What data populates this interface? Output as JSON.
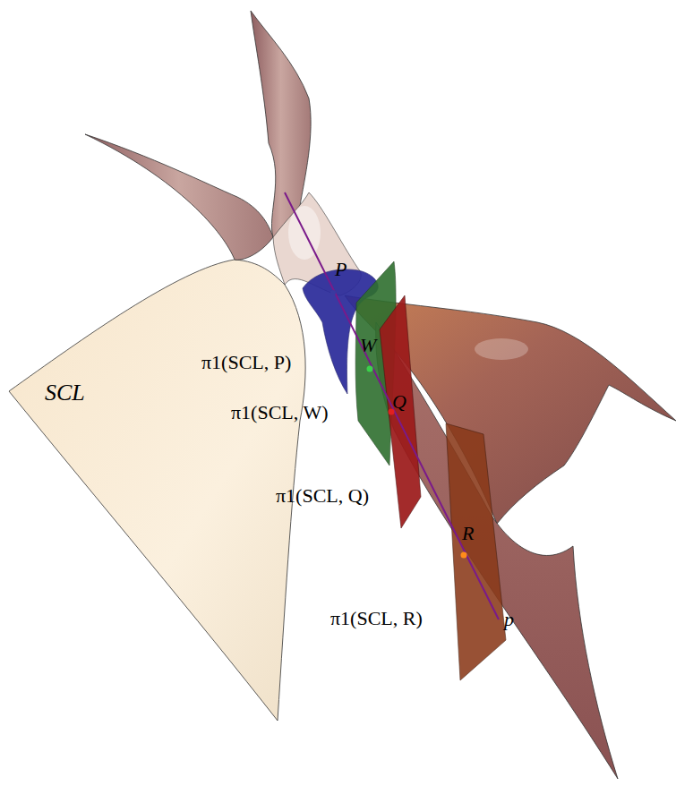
{
  "diagram": {
    "labels": [
      "SCL",
      "P",
      "W",
      "Q",
      "R",
      "p",
      "π1(SCL, P)",
      "π1(SCL, W)",
      "π1(SCL, Q)",
      "π1(SCL, R)"
    ]
  }
}
